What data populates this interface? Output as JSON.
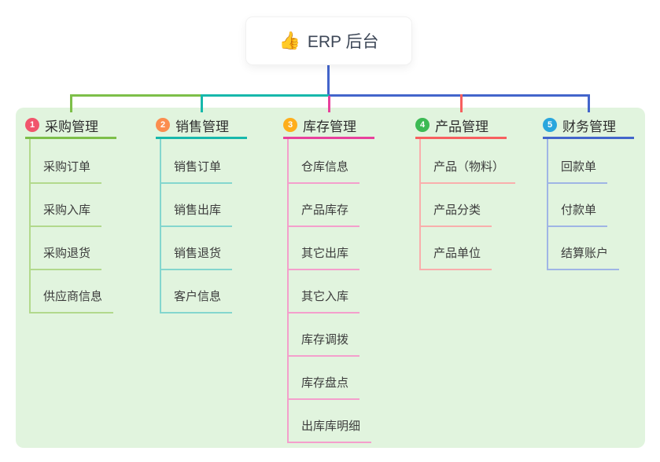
{
  "root": {
    "icon": "👍",
    "title": "ERP 后台"
  },
  "branches": [
    {
      "number": "1",
      "title": "采购管理",
      "badge_color": "#f1556c",
      "line_color": "#7dbf49",
      "sub_line_color": "#b2d98c",
      "children": [
        "采购订单",
        "采购入库",
        "采购退货",
        "供应商信息"
      ]
    },
    {
      "number": "2",
      "title": "销售管理",
      "badge_color": "#fb8d4f",
      "line_color": "#17b8ab",
      "sub_line_color": "#84d6ce",
      "children": [
        "销售订单",
        "销售出库",
        "销售退货",
        "客户信息"
      ]
    },
    {
      "number": "3",
      "title": "库存管理",
      "badge_color": "#feae1b",
      "line_color": "#e8419c",
      "sub_line_color": "#f49fcc",
      "children": [
        "仓库信息",
        "产品库存",
        "其它出库",
        "其它入库",
        "库存调拨",
        "库存盘点",
        "出库库明细"
      ]
    },
    {
      "number": "4",
      "title": "产品管理",
      "badge_color": "#3cba54",
      "line_color": "#f75f5f",
      "sub_line_color": "#f9aeac",
      "children": [
        "产品（物料）",
        "产品分类",
        "产品单位"
      ]
    },
    {
      "number": "5",
      "title": "财务管理",
      "badge_color": "#29a6dd",
      "line_color": "#4365cb",
      "sub_line_color": "#9fb5e5",
      "children": [
        "回款单",
        "付款单",
        "结算账户"
      ]
    }
  ],
  "colors": {
    "panel_bg": "#e1f4de",
    "rail_green": "#7dbf49",
    "rail_teal": "#17b8ab",
    "rail_blue": "#4365cb",
    "drop_magenta": "#e8419c",
    "drop_red": "#f75f5f"
  }
}
